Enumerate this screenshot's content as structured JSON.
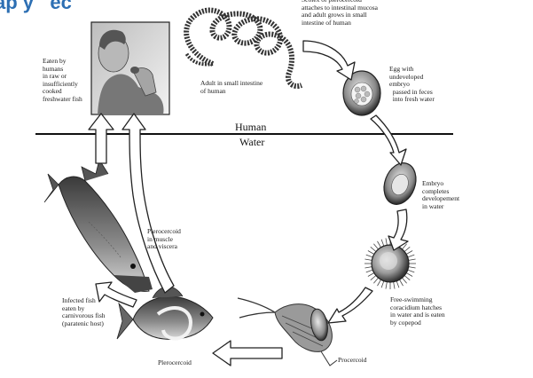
{
  "heading": "ap y   ec",
  "sections": {
    "human": "Human",
    "water": "Water"
  },
  "labels": {
    "scolex": "Scolex of plerocercoid\nattaches to intestinal mucosa\nand adult grows in small\nintestine of human",
    "adult": "Adult in small intestine\nof human",
    "egg": "Egg with\nundeveloped\nembryo\n  passed in feces\n  into fresh water",
    "embryo": "Embryo\ncompletes\ndevelopement\nin water",
    "coracidium": "Free-swimming\ncoracidium hatches\nin water and is eaten\nby copepod",
    "procercoid": "Procercoid",
    "plerocercoid": "Plerocercoid",
    "infected_fish": "Infected fish\neaten by\ncarnivorous fish\n(paratenic host)",
    "muscle": "Plerocercoid\nin muscle\nand viscera",
    "eaten": "Eaten by\nhumans\nin raw or\ninsufficiently\ncooked\nfreshwater fish"
  },
  "colors": {
    "heading": "#2d6fb3",
    "ink": "#1a1a1a",
    "arrow_fill": "#ffffff"
  }
}
